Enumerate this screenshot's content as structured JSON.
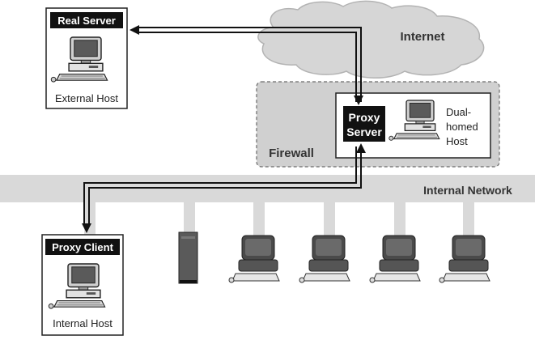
{
  "labels": {
    "real_server": "Real Server",
    "external_host": "External Host",
    "internet": "Internet",
    "proxy_server_1": "Proxy",
    "proxy_server_2": "Server",
    "dual_homed_1": "Dual-",
    "dual_homed_2": "homed",
    "dual_homed_3": "Host",
    "firewall": "Firewall",
    "internal_network": "Internal Network",
    "proxy_client": "Proxy Client",
    "internal_host": "Internal Host"
  },
  "colors": {
    "label_box": "#111111",
    "label_text": "#ffffff",
    "cloud_fill": "#d6d6d6",
    "firewall_fill": "#d0d0d0",
    "network_fill": "#d9d9d9",
    "line": "#111111"
  },
  "icons": {
    "workstation": "computer-workstation-icon",
    "terminal": "terminal-icon",
    "server_tower": "server-tower-icon"
  }
}
